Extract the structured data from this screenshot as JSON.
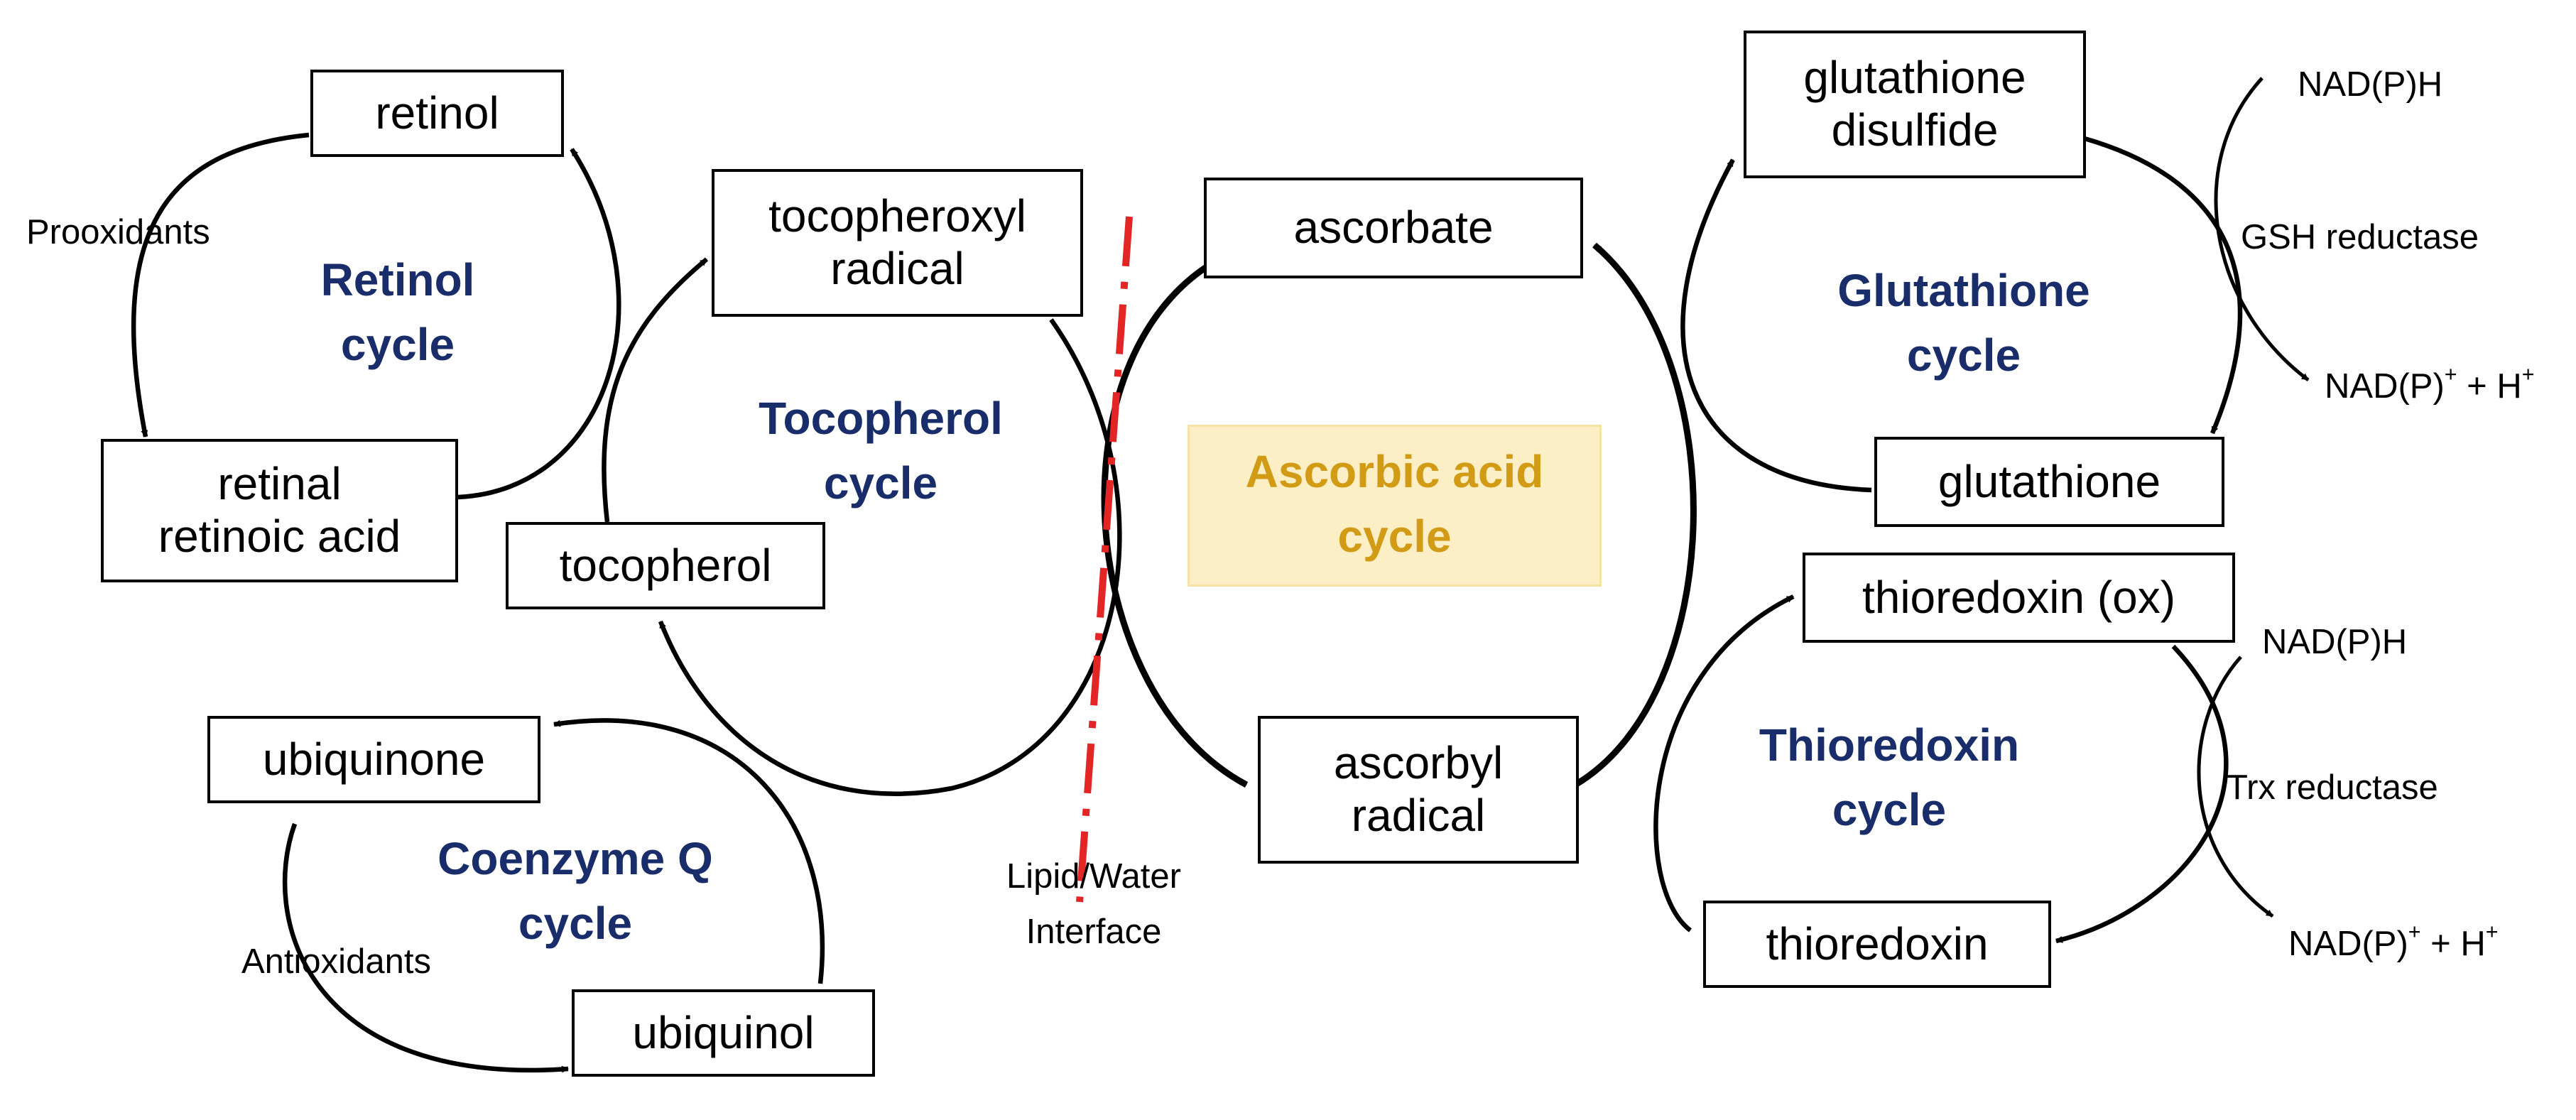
{
  "colors": {
    "cycle_label": "#1a2d6b",
    "ascorbic_label": "#d29b16",
    "ascorbic_fill": "#fdefc5",
    "interface_line": "#e32525",
    "arrow": "#000000"
  },
  "nodes": {
    "retinol": "retinol",
    "retinal": "retinal\nretinoic acid",
    "tocopheroxyl": "tocopheroxyl\nradical",
    "tocopherol": "tocopherol",
    "ubiquinone": "ubiquinone",
    "ubiquinol": "ubiquinol",
    "ascorbate": "ascorbate",
    "ascorbyl": "ascorbyl\nradical",
    "gssg": "glutathione\ndisulfide",
    "gsh": "glutathione",
    "trx_ox": "thioredoxin (ox)",
    "trx": "thioredoxin"
  },
  "cycles": {
    "retinol": "Retinol\ncycle",
    "tocopherol": "Tocopherol\ncycle",
    "coenzyme_q": "Coenzyme Q\ncycle",
    "ascorbic": "Ascorbic acid\ncycle",
    "glutathione": "Glutathione\ncycle",
    "thioredoxin": "Thioredoxin\ncycle"
  },
  "labels": {
    "prooxidants": "Prooxidants",
    "antioxidants": "Antioxidants",
    "interface": "Lipid/Water\nInterface",
    "nadph_1": "NAD(P)H",
    "gsh_reductase": "GSH reductase",
    "nadp_1_base": "NAD(P)",
    "nadp_1_tail": " + H",
    "nadph_2": "NAD(P)H",
    "trx_reductase": "Trx reductase",
    "nadp_2_base": "NAD(P)",
    "nadp_2_tail": " + H",
    "plus_sign": "+"
  },
  "icons": [
    "arrowhead-icon"
  ]
}
